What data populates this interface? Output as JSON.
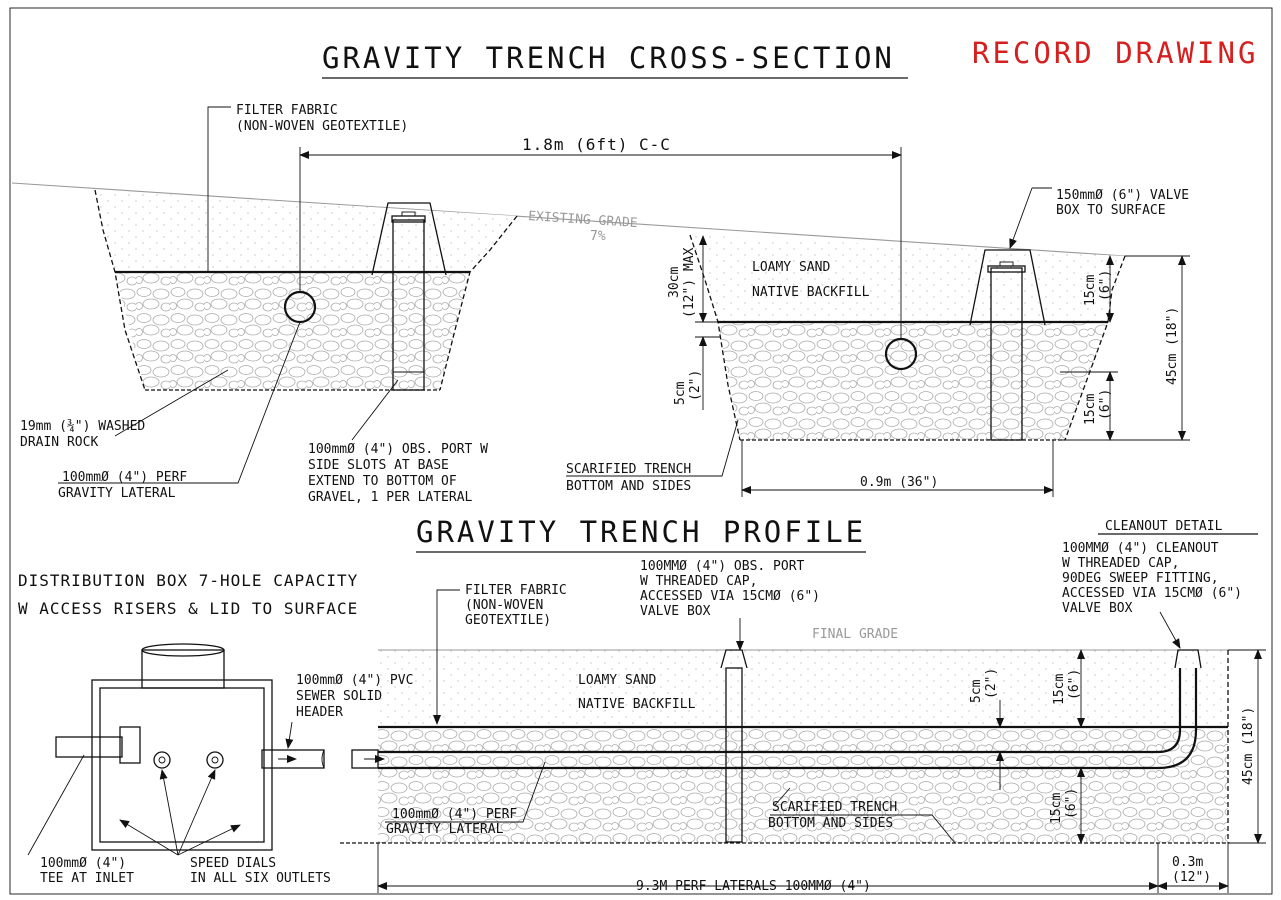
{
  "titles": {
    "cross_section": "GRAVITY TRENCH CROSS-SECTION",
    "record": "RECORD DRAWING",
    "profile": "GRAVITY TRENCH PROFILE",
    "cleanout_detail": "CLEANOUT DETAIL"
  },
  "cross_section": {
    "filter_fabric": [
      "FILTER FABRIC",
      "(NON-WOVEN GEOTEXTILE)"
    ],
    "spacing": "1.8m (6ft) C-C",
    "existing_grade": "EXISTING GRADE",
    "slope": "7%",
    "valve_box": [
      "150mmØ (6\") VALVE",
      "BOX TO SURFACE"
    ],
    "backfill": [
      "LOAMY SAND",
      "NATIVE BACKFILL"
    ],
    "dim_30cm": [
      "30cm",
      "(12\") MAX"
    ],
    "dim_5cm": [
      "5cm",
      "(2\")"
    ],
    "dim_15cm_top": [
      "15cm",
      "(6\")"
    ],
    "dim_15cm_bottom": [
      "15cm",
      "(6\")"
    ],
    "dim_45cm": "45cm (18\")",
    "dim_width": "0.9m (36\")",
    "drain_rock": [
      "19mm (¾\") WASHED",
      "DRAIN ROCK"
    ],
    "perf_lateral": [
      "100mmØ (4\") PERF",
      "GRAVITY LATERAL"
    ],
    "obs_port": [
      "100mmØ (4\") OBS. PORT W",
      "SIDE SLOTS AT BASE",
      "EXTEND TO BOTTOM OF",
      "GRAVEL, 1 PER LATERAL"
    ],
    "scarified": [
      "SCARIFIED TRENCH",
      "BOTTOM AND SIDES"
    ]
  },
  "profile": {
    "dbox": [
      "DISTRIBUTION BOX 7-HOLE CAPACITY",
      "W ACCESS RISERS & LID TO SURFACE"
    ],
    "filter_fabric": [
      "FILTER FABRIC",
      "(NON-WOVEN",
      "GEOTEXTILE)"
    ],
    "obs_port": [
      "100MMØ (4\") OBS. PORT",
      "W THREADED CAP,",
      "ACCESSED VIA 15CMØ (6\")",
      "VALVE BOX"
    ],
    "cleanout": [
      "100MMØ (4\") CLEANOUT",
      "W THREADED CAP,",
      "90DEG SWEEP FITTING,",
      "ACCESSED VIA 15CMØ (6\")",
      "VALVE BOX"
    ],
    "final_grade": "FINAL GRADE",
    "header": [
      "100mmØ (4\") PVC",
      "SEWER SOLID",
      "HEADER"
    ],
    "backfill": [
      "LOAMY SAND",
      "NATIVE BACKFILL"
    ],
    "dim_5cm": [
      "5cm",
      "(2\")"
    ],
    "dim_15cm_top": [
      "15cm",
      "(6\")"
    ],
    "dim_15cm_bottom": [
      "15cm",
      "(6\")"
    ],
    "dim_45cm": "45cm (18\")",
    "perf_lateral": [
      "100mmØ (4\") PERF",
      "GRAVITY LATERAL"
    ],
    "scarified": [
      "SCARIFIED TRENCH",
      "BOTTOM AND SIDES"
    ],
    "tee": [
      "100mmØ (4\")",
      "TEE AT INLET"
    ],
    "speed_dials": [
      "SPEED DIALS",
      "IN ALL SIX OUTLETS"
    ],
    "dim_03m": [
      "0.3m",
      "(12\")"
    ],
    "dim_length": "9.3M PERF LATERALS 100MMØ (4\")"
  }
}
